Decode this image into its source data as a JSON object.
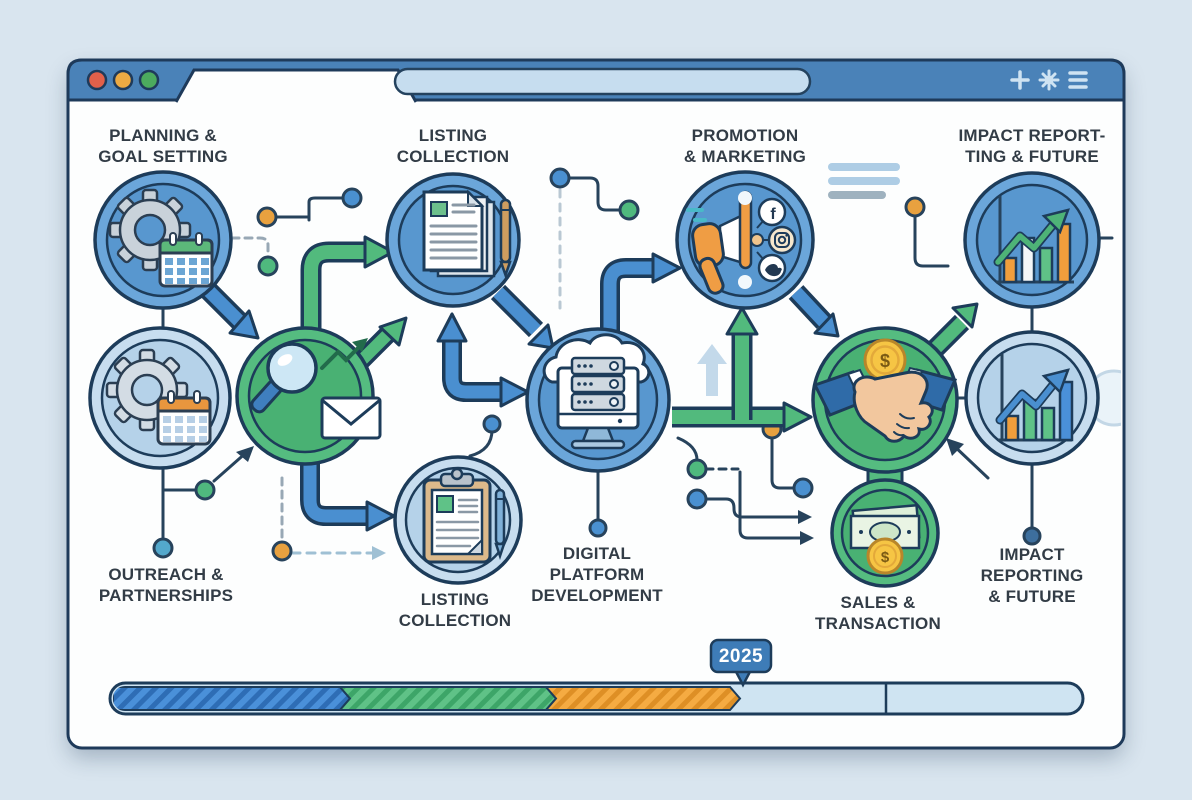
{
  "browser": {
    "window_controls": [
      {
        "name": "close",
        "color": "#e2604a"
      },
      {
        "name": "minimize",
        "color": "#ecaa43"
      },
      {
        "name": "maximize",
        "color": "#4cab5e"
      }
    ],
    "address_bar_value": "",
    "toolbar_icons": [
      "plus-icon",
      "gear-icon",
      "menu-icon"
    ]
  },
  "nodes": [
    {
      "id": "planning",
      "icon": "gear-calendar-icon",
      "lines": [
        "PLANNING &",
        "GOAL SETTING"
      ]
    },
    {
      "id": "listing-collection-top",
      "icon": "documents-pen-icon",
      "lines": [
        "LISTING",
        "COLLECTION"
      ]
    },
    {
      "id": "promotion-marketing",
      "icon": "megaphone-social-icon",
      "lines": [
        "PROMOTION",
        "& MARKETING"
      ]
    },
    {
      "id": "impact-reporting-top",
      "icon": "bar-chart-growth-icon",
      "lines": [
        "IMPACT REPORT-",
        "TING & FUTURE"
      ]
    },
    {
      "id": "outreach-partnerships",
      "icon": "gear-calendar-icon",
      "lines": [
        "OUTREACH &",
        "PARTNERSHIPS"
      ]
    },
    {
      "id": "research-hub",
      "icon": "magnifier-envelope-icon",
      "lines": []
    },
    {
      "id": "listing-collection-bottom",
      "icon": "clipboard-pen-icon",
      "lines": [
        "LISTING",
        "COLLECTION"
      ]
    },
    {
      "id": "digital-platform",
      "icon": "cloud-server-monitor-icon",
      "lines": [
        "DIGITAL",
        "PLATFORM",
        "DEVELOPMENT"
      ]
    },
    {
      "id": "sales-transaction",
      "icon": "handshake-coin-icon",
      "lines": [
        "SALES &",
        "TRANSACTION"
      ]
    },
    {
      "id": "money",
      "icon": "cash-coin-icon",
      "lines": []
    },
    {
      "id": "impact-reporting-bottom",
      "icon": "bar-chart-arrow-icon",
      "lines": [
        "IMPACT",
        "REPORTING",
        "& FUTURE"
      ]
    }
  ],
  "icon_glyphs": {
    "facebook": "f",
    "dollar": "$"
  },
  "timeline": {
    "year_label": "2025",
    "segments": [
      {
        "phase": "phase-1",
        "color": "#4a90d9",
        "hatched": true
      },
      {
        "phase": "phase-2",
        "color": "#5fc287",
        "hatched": true
      },
      {
        "phase": "phase-3",
        "color": "#f5ab42",
        "hatched": true
      },
      {
        "phase": "remaining",
        "color": "#cfe4f2",
        "hatched": false
      }
    ]
  },
  "colors": {
    "accent_blue": "#4a90d9",
    "accent_green": "#52ba7d",
    "accent_orange": "#f0a13e",
    "outline_navy": "#1d3c5a",
    "chrome_blue": "#4a82b8"
  }
}
